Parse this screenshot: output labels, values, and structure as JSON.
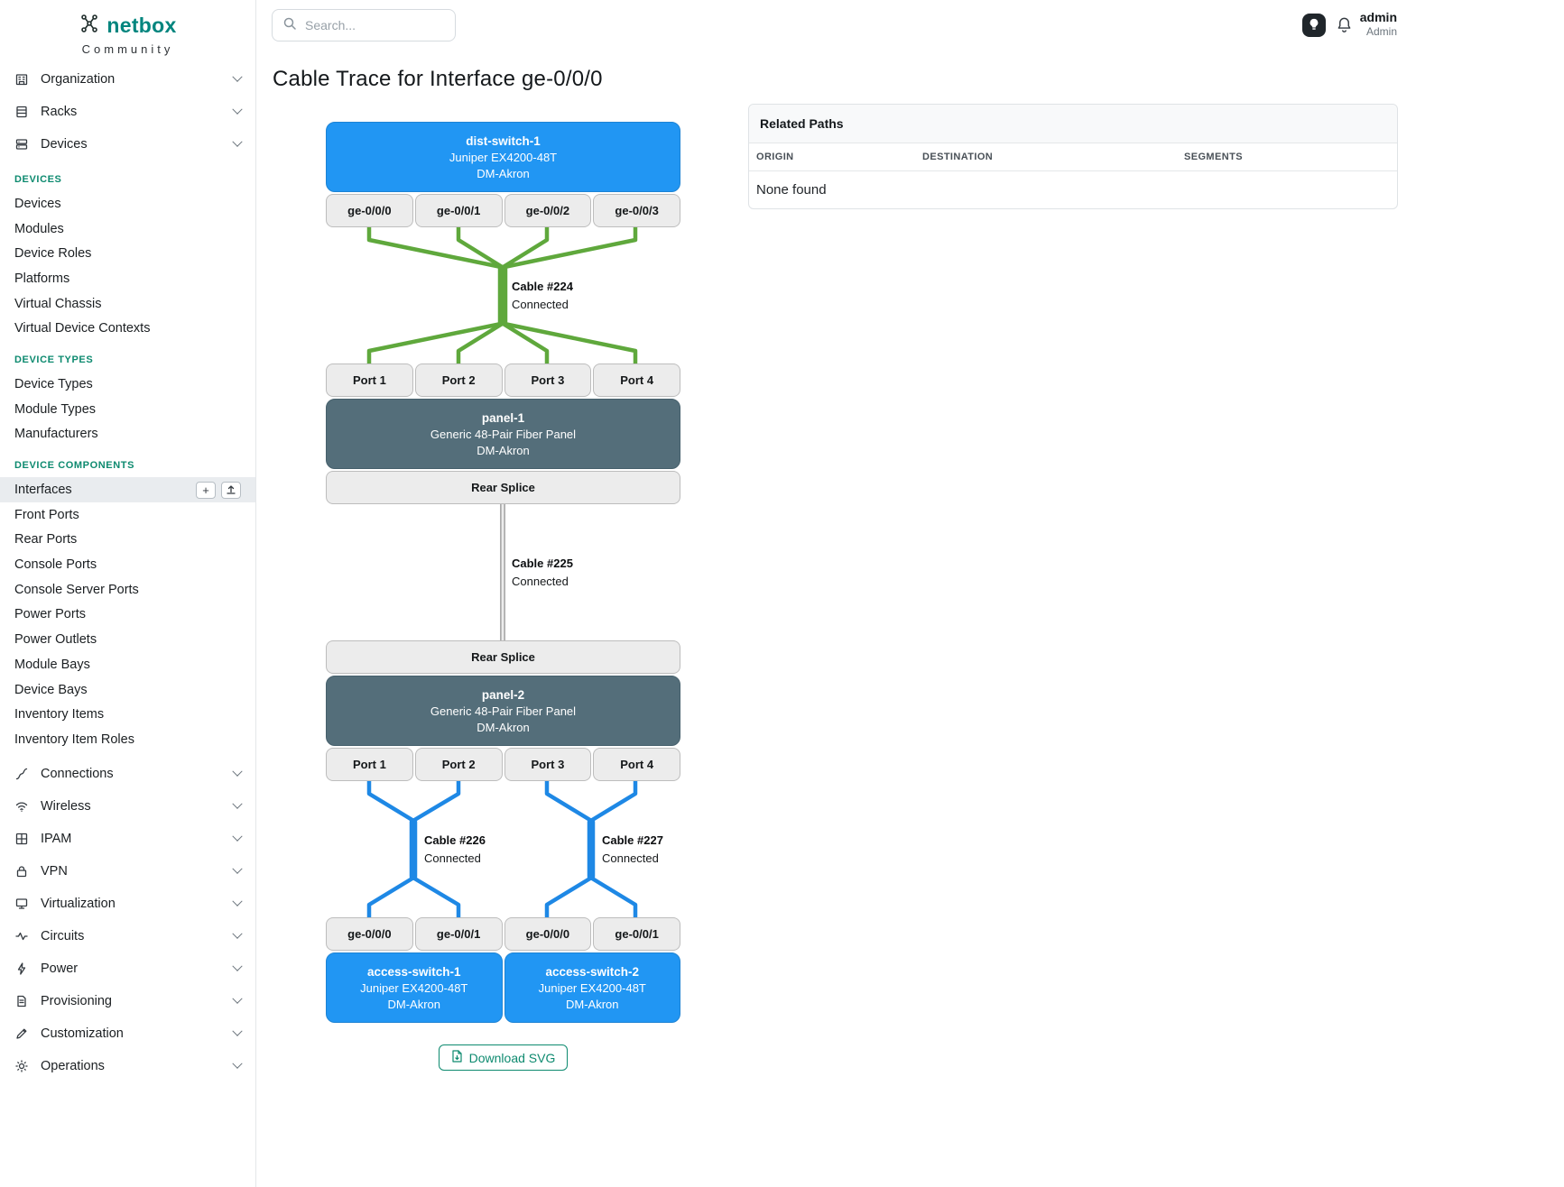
{
  "brand": {
    "logo_text": "netbox",
    "tagline": "Community",
    "accent_color": "#00857e"
  },
  "header": {
    "search_placeholder": "Search...",
    "username": "admin",
    "role": "Admin"
  },
  "sidebar": {
    "top_groups": [
      {
        "label": "Organization",
        "icon": "building-icon"
      },
      {
        "label": "Racks",
        "icon": "rack-icon"
      },
      {
        "label": "Devices",
        "icon": "devices-icon"
      }
    ],
    "sections": [
      {
        "title": "DEVICES",
        "items": [
          "Devices",
          "Modules",
          "Device Roles",
          "Platforms",
          "Virtual Chassis",
          "Virtual Device Contexts"
        ]
      },
      {
        "title": "DEVICE TYPES",
        "items": [
          "Device Types",
          "Module Types",
          "Manufacturers"
        ]
      },
      {
        "title": "DEVICE COMPONENTS",
        "active_item": "Interfaces",
        "items": [
          "Interfaces",
          "Front Ports",
          "Rear Ports",
          "Console Ports",
          "Console Server Ports",
          "Power Ports",
          "Power Outlets",
          "Module Bays",
          "Device Bays",
          "Inventory Items",
          "Inventory Item Roles"
        ]
      }
    ],
    "bottom_groups": [
      {
        "label": "Connections",
        "icon": "cable-icon"
      },
      {
        "label": "Wireless",
        "icon": "wifi-icon"
      },
      {
        "label": "IPAM",
        "icon": "ip-grid-icon"
      },
      {
        "label": "VPN",
        "icon": "lock-icon"
      },
      {
        "label": "Virtualization",
        "icon": "monitor-icon"
      },
      {
        "label": "Circuits",
        "icon": "pulse-icon"
      },
      {
        "label": "Power",
        "icon": "bolt-icon"
      },
      {
        "label": "Provisioning",
        "icon": "document-icon"
      },
      {
        "label": "Customization",
        "icon": "pencil-icon"
      },
      {
        "label": "Operations",
        "icon": "gear-icon"
      }
    ]
  },
  "page": {
    "title": "Cable Trace for Interface ge-0/0/0"
  },
  "related_paths": {
    "title": "Related Paths",
    "columns": [
      "ORIGIN",
      "DESTINATION",
      "SEGMENTS"
    ],
    "empty_text": "None found"
  },
  "trace": {
    "nodes": {
      "dist_switch": {
        "name": "dist-switch-1",
        "model": "Juniper EX4200-48T",
        "site": "DM-Akron"
      },
      "panel1": {
        "name": "panel-1",
        "model": "Generic 48-Pair Fiber Panel",
        "site": "DM-Akron"
      },
      "panel2": {
        "name": "panel-2",
        "model": "Generic 48-Pair Fiber Panel",
        "site": "DM-Akron"
      },
      "access_switch1": {
        "name": "access-switch-1",
        "model": "Juniper EX4200-48T",
        "site": "DM-Akron"
      },
      "access_switch2": {
        "name": "access-switch-2",
        "model": "Juniper EX4200-48T",
        "site": "DM-Akron"
      }
    },
    "top_interfaces": [
      "ge-0/0/0",
      "ge-0/0/1",
      "ge-0/0/2",
      "ge-0/0/3"
    ],
    "panel1_ports": [
      "Port 1",
      "Port 2",
      "Port 3",
      "Port 4"
    ],
    "panel1_rear": "Rear Splice",
    "panel2_rear": "Rear Splice",
    "panel2_ports": [
      "Port 1",
      "Port 2",
      "Port 3",
      "Port 4"
    ],
    "bottom_interfaces": [
      "ge-0/0/0",
      "ge-0/0/1",
      "ge-0/0/0",
      "ge-0/0/1"
    ],
    "cables": [
      {
        "name": "Cable #224",
        "status": "Connected",
        "color": "#5fa83c"
      },
      {
        "name": "Cable #225",
        "status": "Connected",
        "color": "#ececec"
      },
      {
        "name": "Cable #226",
        "status": "Connected",
        "color": "#1e88e5"
      },
      {
        "name": "Cable #227",
        "status": "Connected",
        "color": "#1e88e5"
      }
    ],
    "download_label": "Download SVG",
    "node_colors": {
      "switch": "#2196f3",
      "panel": "#546e7a",
      "port_bg": "#ececec"
    }
  }
}
